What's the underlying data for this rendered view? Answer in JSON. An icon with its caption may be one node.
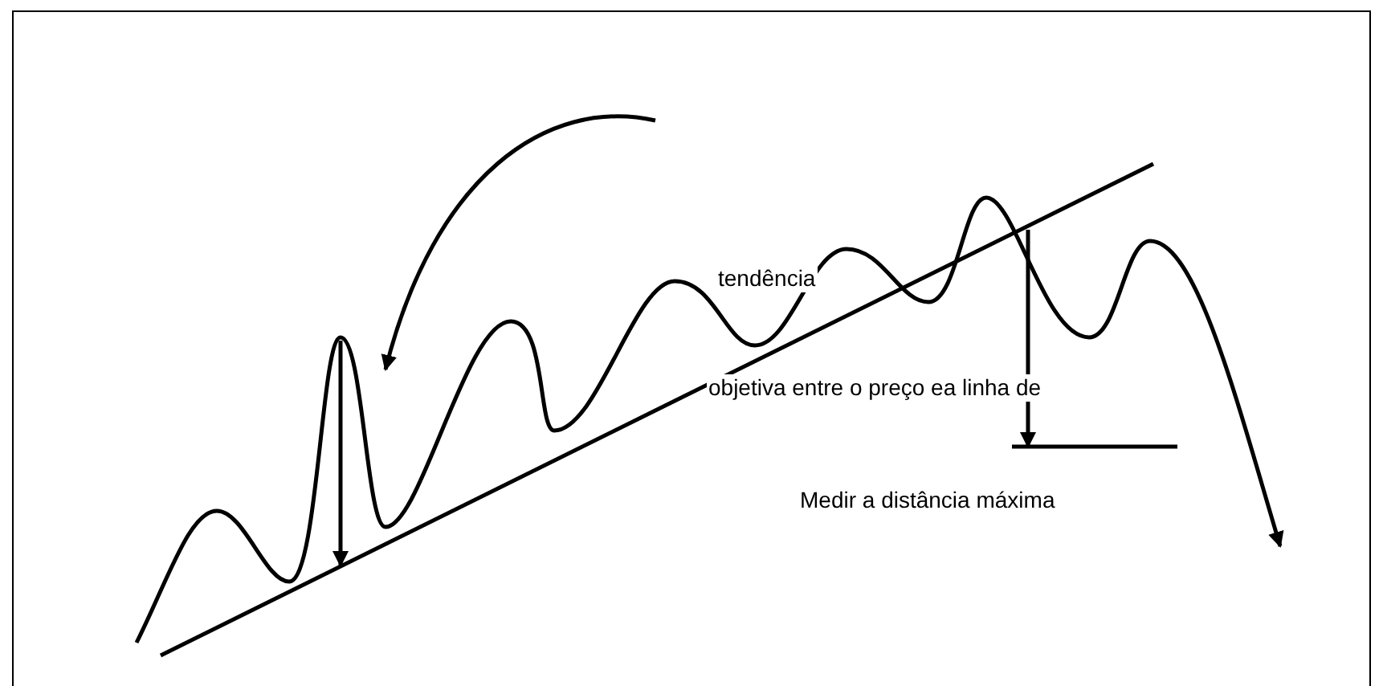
{
  "diagram": {
    "labels": [
      "tendência",
      "objetiva entre o preço ea linha de",
      "Medir a distância máxima"
    ]
  }
}
